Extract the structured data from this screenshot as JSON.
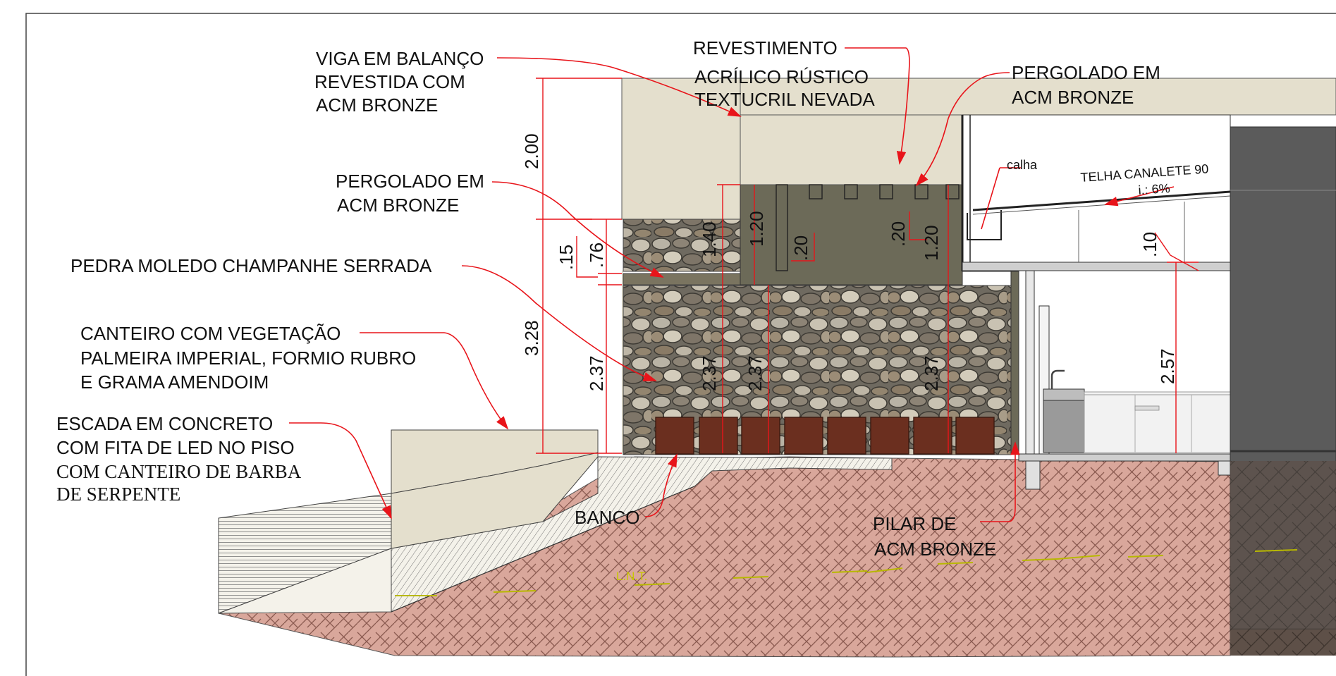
{
  "labels": {
    "viga": [
      "VIGA EM BALANÇO",
      "REVESTIDA COM",
      "ACM BRONZE"
    ],
    "revestimento": [
      "REVESTIMENTO",
      "ACRÍLICO RÚSTICO",
      "TEXTUCRIL NEVADA"
    ],
    "pergolado_top": [
      "PERGOLADO EM",
      "ACM BRONZE"
    ],
    "pergolado_left": [
      "PERGOLADO EM",
      "ACM BRONZE"
    ],
    "pedra": "PEDRA MOLEDO CHAMPANHE SERRADA",
    "canteiro": [
      "CANTEIRO COM VEGETAÇÃO",
      "PALMEIRA IMPERIAL, FORMIO RUBRO",
      "E GRAMA AMENDOIM"
    ],
    "escada": [
      "ESCADA EM CONCRETO",
      "COM FITA DE LED NO PISO",
      "COM CANTEIRO DE BARBA",
      "DE SERPENTE"
    ],
    "banco": "BANCO",
    "pilar": [
      "PILAR DE",
      "ACM BRONZE"
    ],
    "calha": "calha",
    "telha": "TELHA CANALETE 90",
    "inclinacao": "i.: 6%",
    "lnt": "L.N.T."
  },
  "dimensions": {
    "d_2_00": "2.00",
    "d_15": ".15",
    "d_76": ".76",
    "d_3_28": "3.28",
    "d_2_37_left": "2.37",
    "d_1_40": "1.40",
    "d_1_20_a": "1.20",
    "d_20_a": ".20",
    "d_20_b": ".20",
    "d_1_20_b": "1.20",
    "d_2_37_a": "2.37",
    "d_2_37_b": "2.37",
    "d_2_37_c": "2.37",
    "d_10": ".10",
    "d_2_57": "2.57"
  },
  "colors": {
    "leader": "#e8141a",
    "beige": "#e4dfcd",
    "pergola": "#6c6a58",
    "soil": "#d9a79b",
    "bench": "#6b2f1f",
    "dark_wall": "#5b5b5b",
    "lnt": "#c8c800"
  }
}
